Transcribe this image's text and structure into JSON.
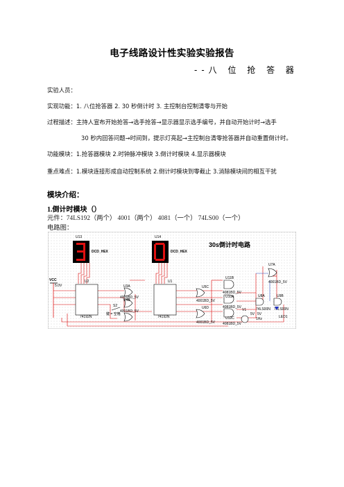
{
  "title": "电子线路设计性实验实验报告",
  "subtitle": "--八 位 抢 答 器",
  "lines": {
    "staff": "实验人员：",
    "features": "实现功能：1. 八位抢答器   2. 30 秒倒计时   3.  主控制台控制清零与开始",
    "process1": "过程描述：主持人宣布开始抢答→选手抢答→显示器显示选手编号，并自动开始计时→选手",
    "process2": "30 秒内回答问题→时间到，提示灯亮起→主控制台清零抢答器并自动重置倒计时。",
    "modules": "功能模块：1.抢答器模块  2.时钟脉冲模块  3.倒计时模块  4.显示器模块",
    "difficulty": "重点难点：1.模块连接形成自动控制系统  2.倒计时模块到零截止  3.消除模块间的相互干扰"
  },
  "module_intro": "模块介绍：",
  "section1": {
    "heading": "1.倒计时模块（）",
    "components": "元件：74LS192（两个）   4001（两个）  4081（一个）   74LS00（一个）",
    "circuit_label": "电路图："
  },
  "schematic": {
    "title": "30s倒计时电路",
    "display_left": {
      "ref": "U13",
      "digit": "3",
      "type": "DCD_HEX"
    },
    "display_right": {
      "ref": "U14",
      "digit": "0",
      "type": "DCD_HEX"
    },
    "vcc_label": "VCC",
    "vcc_value": "5.0V",
    "counters": [
      {
        "ref": "U2",
        "part": "74192N"
      },
      {
        "ref": "U1",
        "part": "74192N"
      }
    ],
    "gates": [
      {
        "ref": "U3A",
        "part": "4001BD_5V"
      },
      {
        "ref": "U4B",
        "part": "4001BD_5V"
      },
      {
        "ref": "U5C",
        "part": "4001BD_5V"
      },
      {
        "ref": "U6D",
        "part": "4001BD_5V"
      },
      {
        "ref": "U11B",
        "part": "4081BD_5V"
      },
      {
        "ref": "U10A",
        "part": "4081BD_5V"
      },
      {
        "ref": "U12C",
        "part": "4081BD_5V"
      },
      {
        "ref": "U7A",
        "part": "4001BD_5V"
      },
      {
        "ref": "U8A",
        "part": "74LS00N"
      },
      {
        "ref": "U9B",
        "part": "74LS00N"
      }
    ],
    "source": {
      "ref": "V1",
      "value1": "5V",
      "value2": "5V",
      "freq": "1Hz"
    },
    "led": "LED1",
    "switch_ref": "S2",
    "switch_key": "键 = 空格"
  }
}
